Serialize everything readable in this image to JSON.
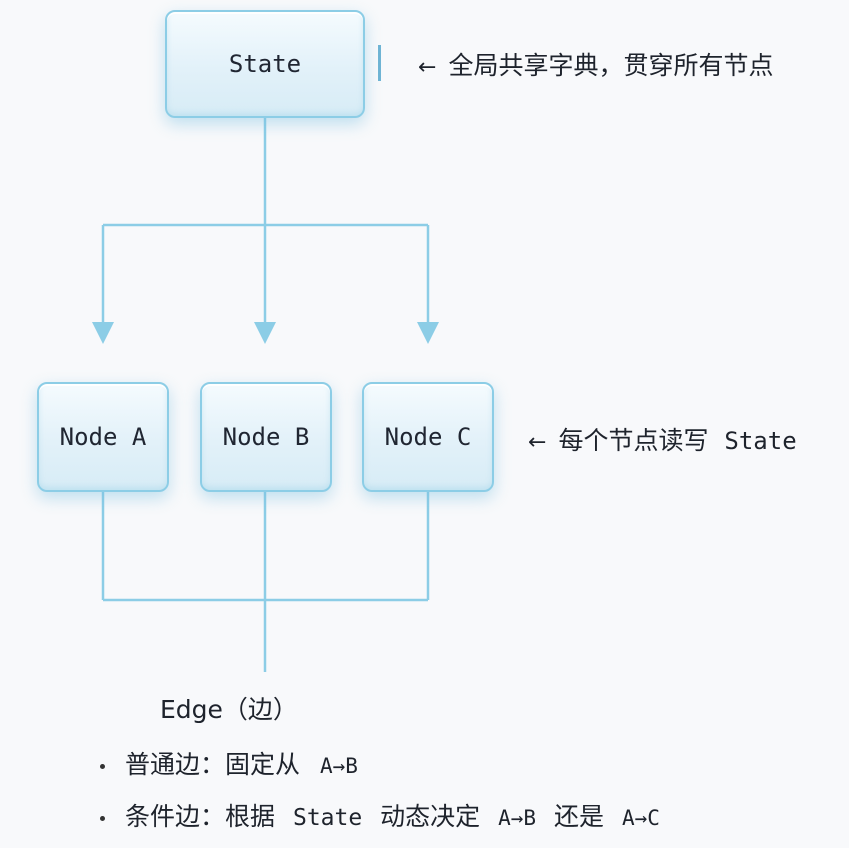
{
  "state_box": {
    "label": "State"
  },
  "state_note": {
    "arrow": "←",
    "text": "全局共享字典，贯穿所有节点"
  },
  "nodes": [
    {
      "label": "Node A"
    },
    {
      "label": "Node B"
    },
    {
      "label": "Node C"
    }
  ],
  "nodes_note": {
    "arrow": "←",
    "text": "每个节点读写",
    "state_word": "State"
  },
  "edge": {
    "title": "Edge（边）"
  },
  "bullets": [
    {
      "prefix": "普通边：固定从",
      "path1": "A→B"
    },
    {
      "prefix": "条件边：根据",
      "state_word": "State",
      "middle": "动态决定",
      "path1": "A→B",
      "joiner": "还是",
      "path2": "A→C"
    }
  ],
  "colors": {
    "line": "#8ccde6",
    "background": "#f8f9fb",
    "text": "#1e232c"
  }
}
